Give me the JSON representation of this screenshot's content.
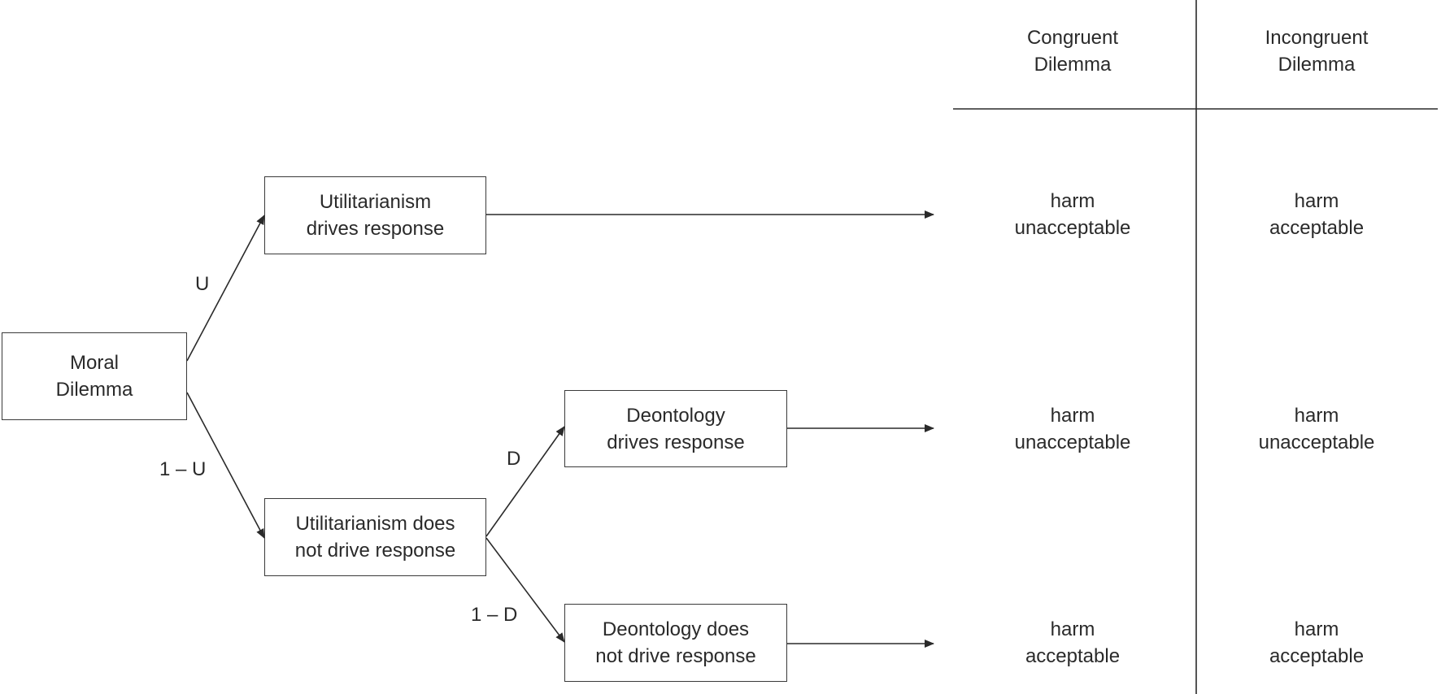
{
  "nodes": {
    "moral_dilemma": "Moral\nDilemma",
    "util_drives": "Utilitarianism\ndrives response",
    "util_not_drive": "Utilitarianism does\nnot drive response",
    "deon_drives": "Deontology\ndrives response",
    "deon_not_drive": "Deontology does\nnot drive response"
  },
  "edges": {
    "u": "U",
    "one_minus_u": "1 – U",
    "d": "D",
    "one_minus_d": "1 – D"
  },
  "table": {
    "headers": [
      "Congruent\nDilemma",
      "Incongruent\nDilemma"
    ],
    "rows": [
      [
        "harm\nunacceptable",
        "harm\nacceptable"
      ],
      [
        "harm\nunacceptable",
        "harm\nunacceptable"
      ],
      [
        "harm\nacceptable",
        "harm\nacceptable"
      ]
    ]
  }
}
